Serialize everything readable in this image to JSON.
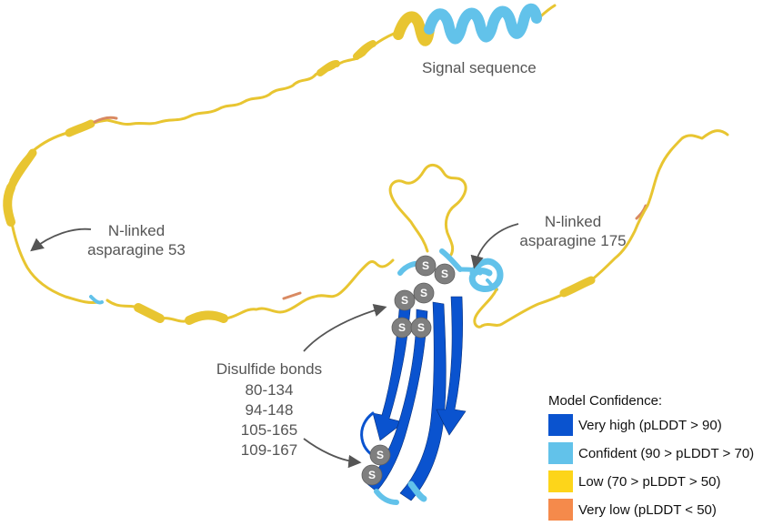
{
  "labels": {
    "signal": "Signal sequence",
    "n53_line1": "N-linked",
    "n53_line2": "asparagine 53",
    "n175_line1": "N-linked",
    "n175_line2": "asparagine 175",
    "disulfide_title": "Disulfide bonds",
    "bonds": [
      "80-134",
      "94-148",
      "105-165",
      "109-167"
    ]
  },
  "ss_letter": "S",
  "legend": {
    "title": "Model Confidence:",
    "items": [
      {
        "label": "Very high (pLDDT > 90)",
        "color": "#0a53cf"
      },
      {
        "label": "Confident (90 > pLDDT > 70)",
        "color": "#62c2ea"
      },
      {
        "label": "Low (70 > pLDDT > 50)",
        "color": "#fdd51a"
      },
      {
        "label": "Very low (pLDDT < 50)",
        "color": "#f58a4b"
      }
    ]
  },
  "colors": {
    "very_high": "#0a53cf",
    "confident": "#62c2ea",
    "low": "#e8c531",
    "very_low": "#d98a62",
    "ss_ball": "#7f7f7f",
    "arrow": "#555555"
  }
}
